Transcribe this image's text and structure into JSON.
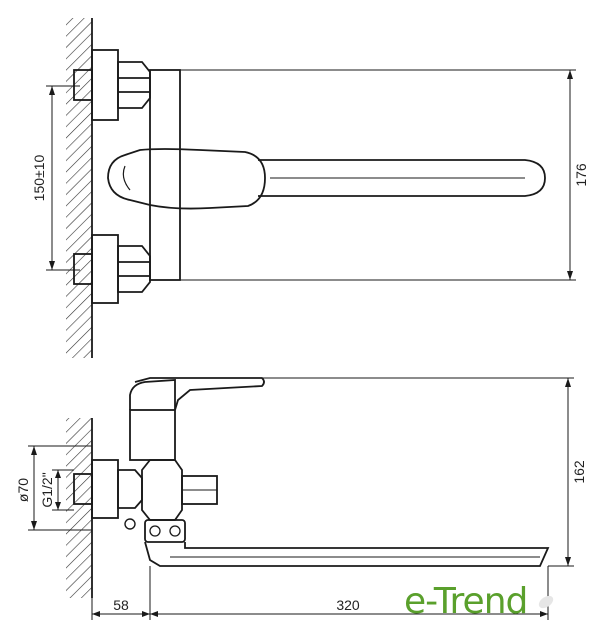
{
  "dimensions": {
    "inlet_spacing": "150±10",
    "top_height": "176",
    "side_height": "162",
    "outlet_diameter": "ø70",
    "thread": "G1/2\"",
    "wall_offset": "58",
    "spout_length": "320"
  },
  "brand": {
    "name": "e-Trend",
    "color": "#5aa02c"
  },
  "colors": {
    "line": "#1a1a1a",
    "hatch": "#333333"
  }
}
